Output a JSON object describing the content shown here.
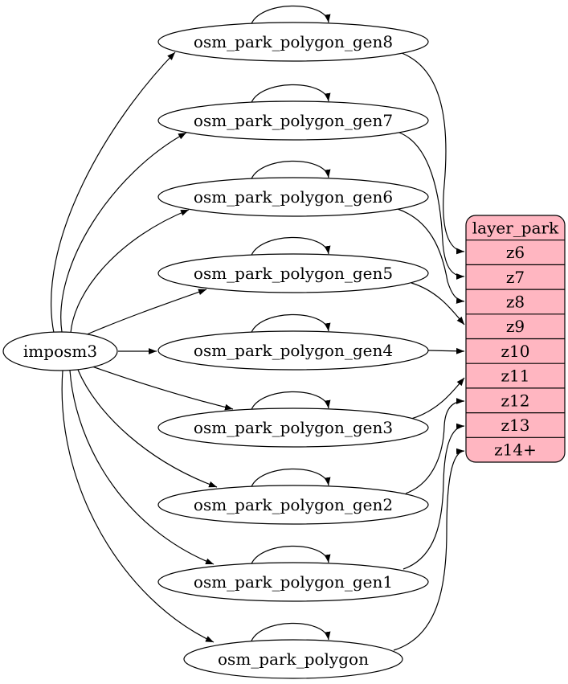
{
  "diagram": {
    "source": {
      "label": "imposm3"
    },
    "tables": [
      {
        "id": "gen8",
        "label": "osm_park_polygon_gen8",
        "zoom_row": "z6"
      },
      {
        "id": "gen7",
        "label": "osm_park_polygon_gen7",
        "zoom_row": "z7"
      },
      {
        "id": "gen6",
        "label": "osm_park_polygon_gen6",
        "zoom_row": "z8"
      },
      {
        "id": "gen5",
        "label": "osm_park_polygon_gen5",
        "zoom_row": "z9"
      },
      {
        "id": "gen4",
        "label": "osm_park_polygon_gen4",
        "zoom_row": "z10"
      },
      {
        "id": "gen3",
        "label": "osm_park_polygon_gen3",
        "zoom_row": "z11"
      },
      {
        "id": "gen2",
        "label": "osm_park_polygon_gen2",
        "zoom_row": "z12"
      },
      {
        "id": "gen1",
        "label": "osm_park_polygon_gen1",
        "zoom_row": "z13"
      },
      {
        "id": "poly",
        "label": "osm_park_polygon",
        "zoom_row": "z14+"
      }
    ],
    "layer": {
      "title": "layer_park",
      "rows": [
        "z6",
        "z7",
        "z8",
        "z9",
        "z10",
        "z11",
        "z12",
        "z13",
        "z14+"
      ]
    },
    "edges": [
      {
        "from": "imposm3",
        "to": "gen8"
      },
      {
        "from": "imposm3",
        "to": "gen7"
      },
      {
        "from": "imposm3",
        "to": "gen6"
      },
      {
        "from": "imposm3",
        "to": "gen5"
      },
      {
        "from": "imposm3",
        "to": "gen4"
      },
      {
        "from": "imposm3",
        "to": "gen3"
      },
      {
        "from": "imposm3",
        "to": "gen2"
      },
      {
        "from": "imposm3",
        "to": "gen1"
      },
      {
        "from": "imposm3",
        "to": "poly"
      },
      {
        "from": "gen8",
        "to": "gen8"
      },
      {
        "from": "gen7",
        "to": "gen7"
      },
      {
        "from": "gen6",
        "to": "gen6"
      },
      {
        "from": "gen5",
        "to": "gen5"
      },
      {
        "from": "gen4",
        "to": "gen4"
      },
      {
        "from": "gen3",
        "to": "gen3"
      },
      {
        "from": "gen2",
        "to": "gen2"
      },
      {
        "from": "gen1",
        "to": "gen1"
      },
      {
        "from": "poly",
        "to": "poly"
      },
      {
        "from": "gen8",
        "to": "z6"
      },
      {
        "from": "gen7",
        "to": "z7"
      },
      {
        "from": "gen6",
        "to": "z8"
      },
      {
        "from": "gen5",
        "to": "z9"
      },
      {
        "from": "gen4",
        "to": "z10"
      },
      {
        "from": "gen3",
        "to": "z11"
      },
      {
        "from": "gen2",
        "to": "z12"
      },
      {
        "from": "gen1",
        "to": "z13"
      },
      {
        "from": "poly",
        "to": "z14+"
      }
    ],
    "colors": {
      "layer_fill": "#ffb6c1",
      "table_fill": "#ffffff",
      "stroke": "#000000",
      "text": "#000000",
      "background": "#ffffff"
    }
  }
}
